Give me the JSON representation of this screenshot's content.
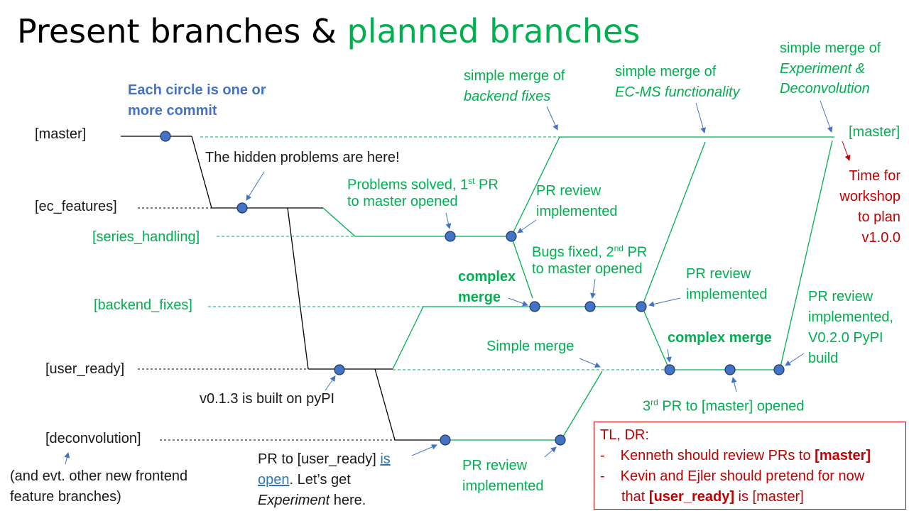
{
  "title": {
    "part1": "Present branches & ",
    "part2": "planned branches"
  },
  "branches": {
    "master": "[master]",
    "ec_features": "[ec_features]",
    "series_handling": "[series_handling]",
    "backend_fixes": "[backend_fixes]",
    "user_ready": "[user_ready]",
    "deconvolution": "[deconvolution]",
    "master_right": "[master]"
  },
  "notes": {
    "circle_note_1": "Each circle is one or",
    "circle_note_2": "more commit",
    "hidden_problems": "The hidden problems are here!",
    "v013": "v0.1.3 is built on pyPI",
    "other_frontend_1": "(and evt. other new frontend",
    "other_frontend_2": "feature branches)",
    "pr_user_ready_1": "PR to [user_ready] ",
    "pr_user_ready_is": "is",
    "pr_user_ready_open": "open",
    "pr_user_ready_2": ". Let’s get",
    "pr_user_ready_exp": "Experiment",
    "pr_user_ready_3": " here.",
    "problems_solved_1": "Problems solved, 1",
    "problems_solved_sup": "st",
    "problems_solved_2": " PR",
    "problems_solved_3": "to master opened",
    "pr_review_1a": "PR review",
    "pr_review_1b": "implemented",
    "merge_backend_1": "simple merge of",
    "merge_backend_2": "backend fixes",
    "merge_ecms_1": "simple merge of",
    "merge_ecms_2": "EC-MS functionality",
    "merge_exp_1": "simple merge of",
    "merge_exp_2": "Experiment &",
    "merge_exp_3": "Deconvolution",
    "bugs_fixed_1": "Bugs fixed, 2",
    "bugs_fixed_sup": "nd",
    "bugs_fixed_2": " PR",
    "bugs_fixed_3": "to master opened",
    "complex_merge_1": "complex",
    "complex_merge_2": "merge",
    "pr_review_2a": "PR review",
    "pr_review_2b": "implemented",
    "simple_merge": "Simple merge",
    "complex_merge_b": "complex merge",
    "pr_review_3a": "PR review",
    "pr_review_3b": "implemented,",
    "pr_review_3c": "V0.2.0 PyPI",
    "pr_review_3d": "build",
    "third_pr_sup": "rd",
    "third_pr_1": "3",
    "third_pr_2": " PR to [master] opened",
    "pr_review_4a": "PR review",
    "pr_review_4b": "implemented",
    "workshop_1": "Time for",
    "workshop_2": "workshop",
    "workshop_3": "to plan",
    "workshop_4": "v1.0.0"
  },
  "tldr": {
    "heading": "TL, DR:",
    "item1_a": "Kenneth should review PRs to ",
    "item1_b": "[master]",
    "item2_a": "Kevin and Ejler should pretend for now",
    "item2_b": "that ",
    "item2_c": "[user_ready]",
    "item2_d": " is [master]",
    "dash": "-"
  },
  "colors": {
    "green": "#00b050",
    "blue": "#4472c4",
    "red": "#c00000",
    "black": "#000000"
  }
}
